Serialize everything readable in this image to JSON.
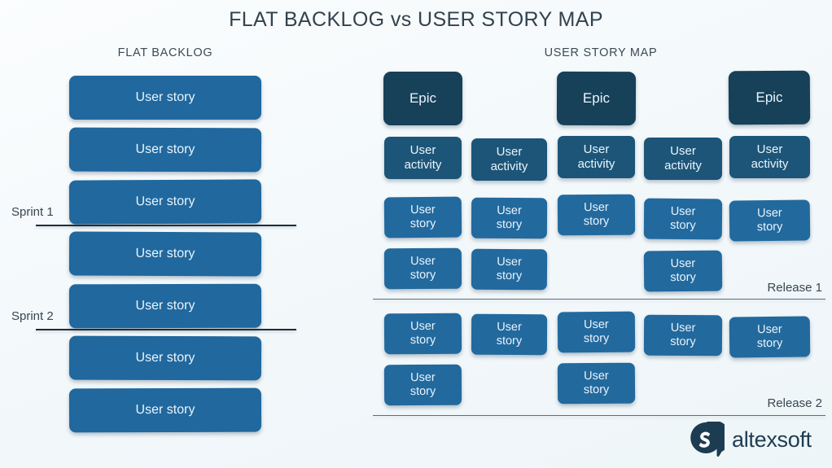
{
  "title": "FLAT BACKLOG vs USER STORY MAP",
  "background_color": "#f6fafc",
  "colors": {
    "epic": "#174059",
    "activity": "#1c5578",
    "story": "#22699e",
    "story_wide": "#20689e",
    "title_text": "#33424c",
    "label_text": "#384752",
    "sprint_line": "#1d2d3a",
    "release_line": "#5d6f7c",
    "logo": "#1d3c52"
  },
  "left_panel": {
    "header": "FLAT BACKLOG",
    "cards": [
      {
        "label": "User story"
      },
      {
        "label": "User story"
      },
      {
        "label": "User story"
      },
      {
        "label": "User story"
      },
      {
        "label": "User story"
      },
      {
        "label": "User story"
      },
      {
        "label": "User story"
      }
    ],
    "sprints": [
      {
        "label": "Sprint 1",
        "after_card_index": 2
      },
      {
        "label": "Sprint 2",
        "after_card_index": 4
      }
    ]
  },
  "right_panel": {
    "header": "USER STORY MAP",
    "epics": [
      {
        "label": "Epic"
      },
      {
        "label": "Epic"
      },
      {
        "label": "Epic"
      }
    ],
    "activities": [
      {
        "label": "User\nactivity"
      },
      {
        "label": "User\nactivity"
      },
      {
        "label": "User\nactivity"
      },
      {
        "label": "User\nactivity"
      },
      {
        "label": "User\nactivity"
      }
    ],
    "releases": [
      {
        "label": "Release 1",
        "rows": [
          [
            "User story",
            "User story",
            "User story",
            "User story",
            "User story"
          ],
          [
            "User story",
            "User story",
            "",
            "User story",
            ""
          ]
        ]
      },
      {
        "label": "Release 2",
        "rows": [
          [
            "User story",
            "User story",
            "User story",
            "User story",
            "User story"
          ],
          [
            "User story",
            "",
            "User story",
            "",
            ""
          ]
        ]
      }
    ]
  },
  "logo": {
    "wordmark": "altexsoft",
    "mark": "speech-bubble-s-icon"
  }
}
